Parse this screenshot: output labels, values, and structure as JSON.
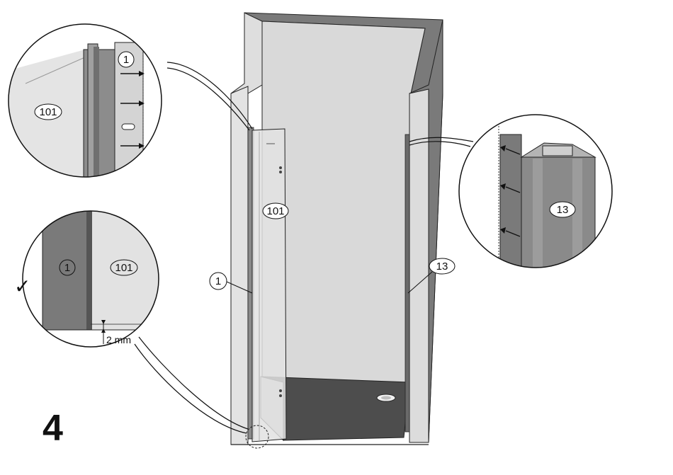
{
  "step_number": "4",
  "check_mark": "✓",
  "dimension": {
    "text": "2 mm"
  },
  "labels": {
    "part_1": "1",
    "part_101": "101",
    "part_13": "13"
  },
  "icons": {
    "check": "check-icon",
    "arrow": "arrow-right-icon"
  },
  "colors": {
    "wall_dark": "#7a7a7a",
    "wall_light": "#dcdcdc",
    "glass": "#e2e2e2",
    "profile_dark": "#6e6e6e",
    "tray": "#4d4d4d",
    "line": "#111111"
  }
}
